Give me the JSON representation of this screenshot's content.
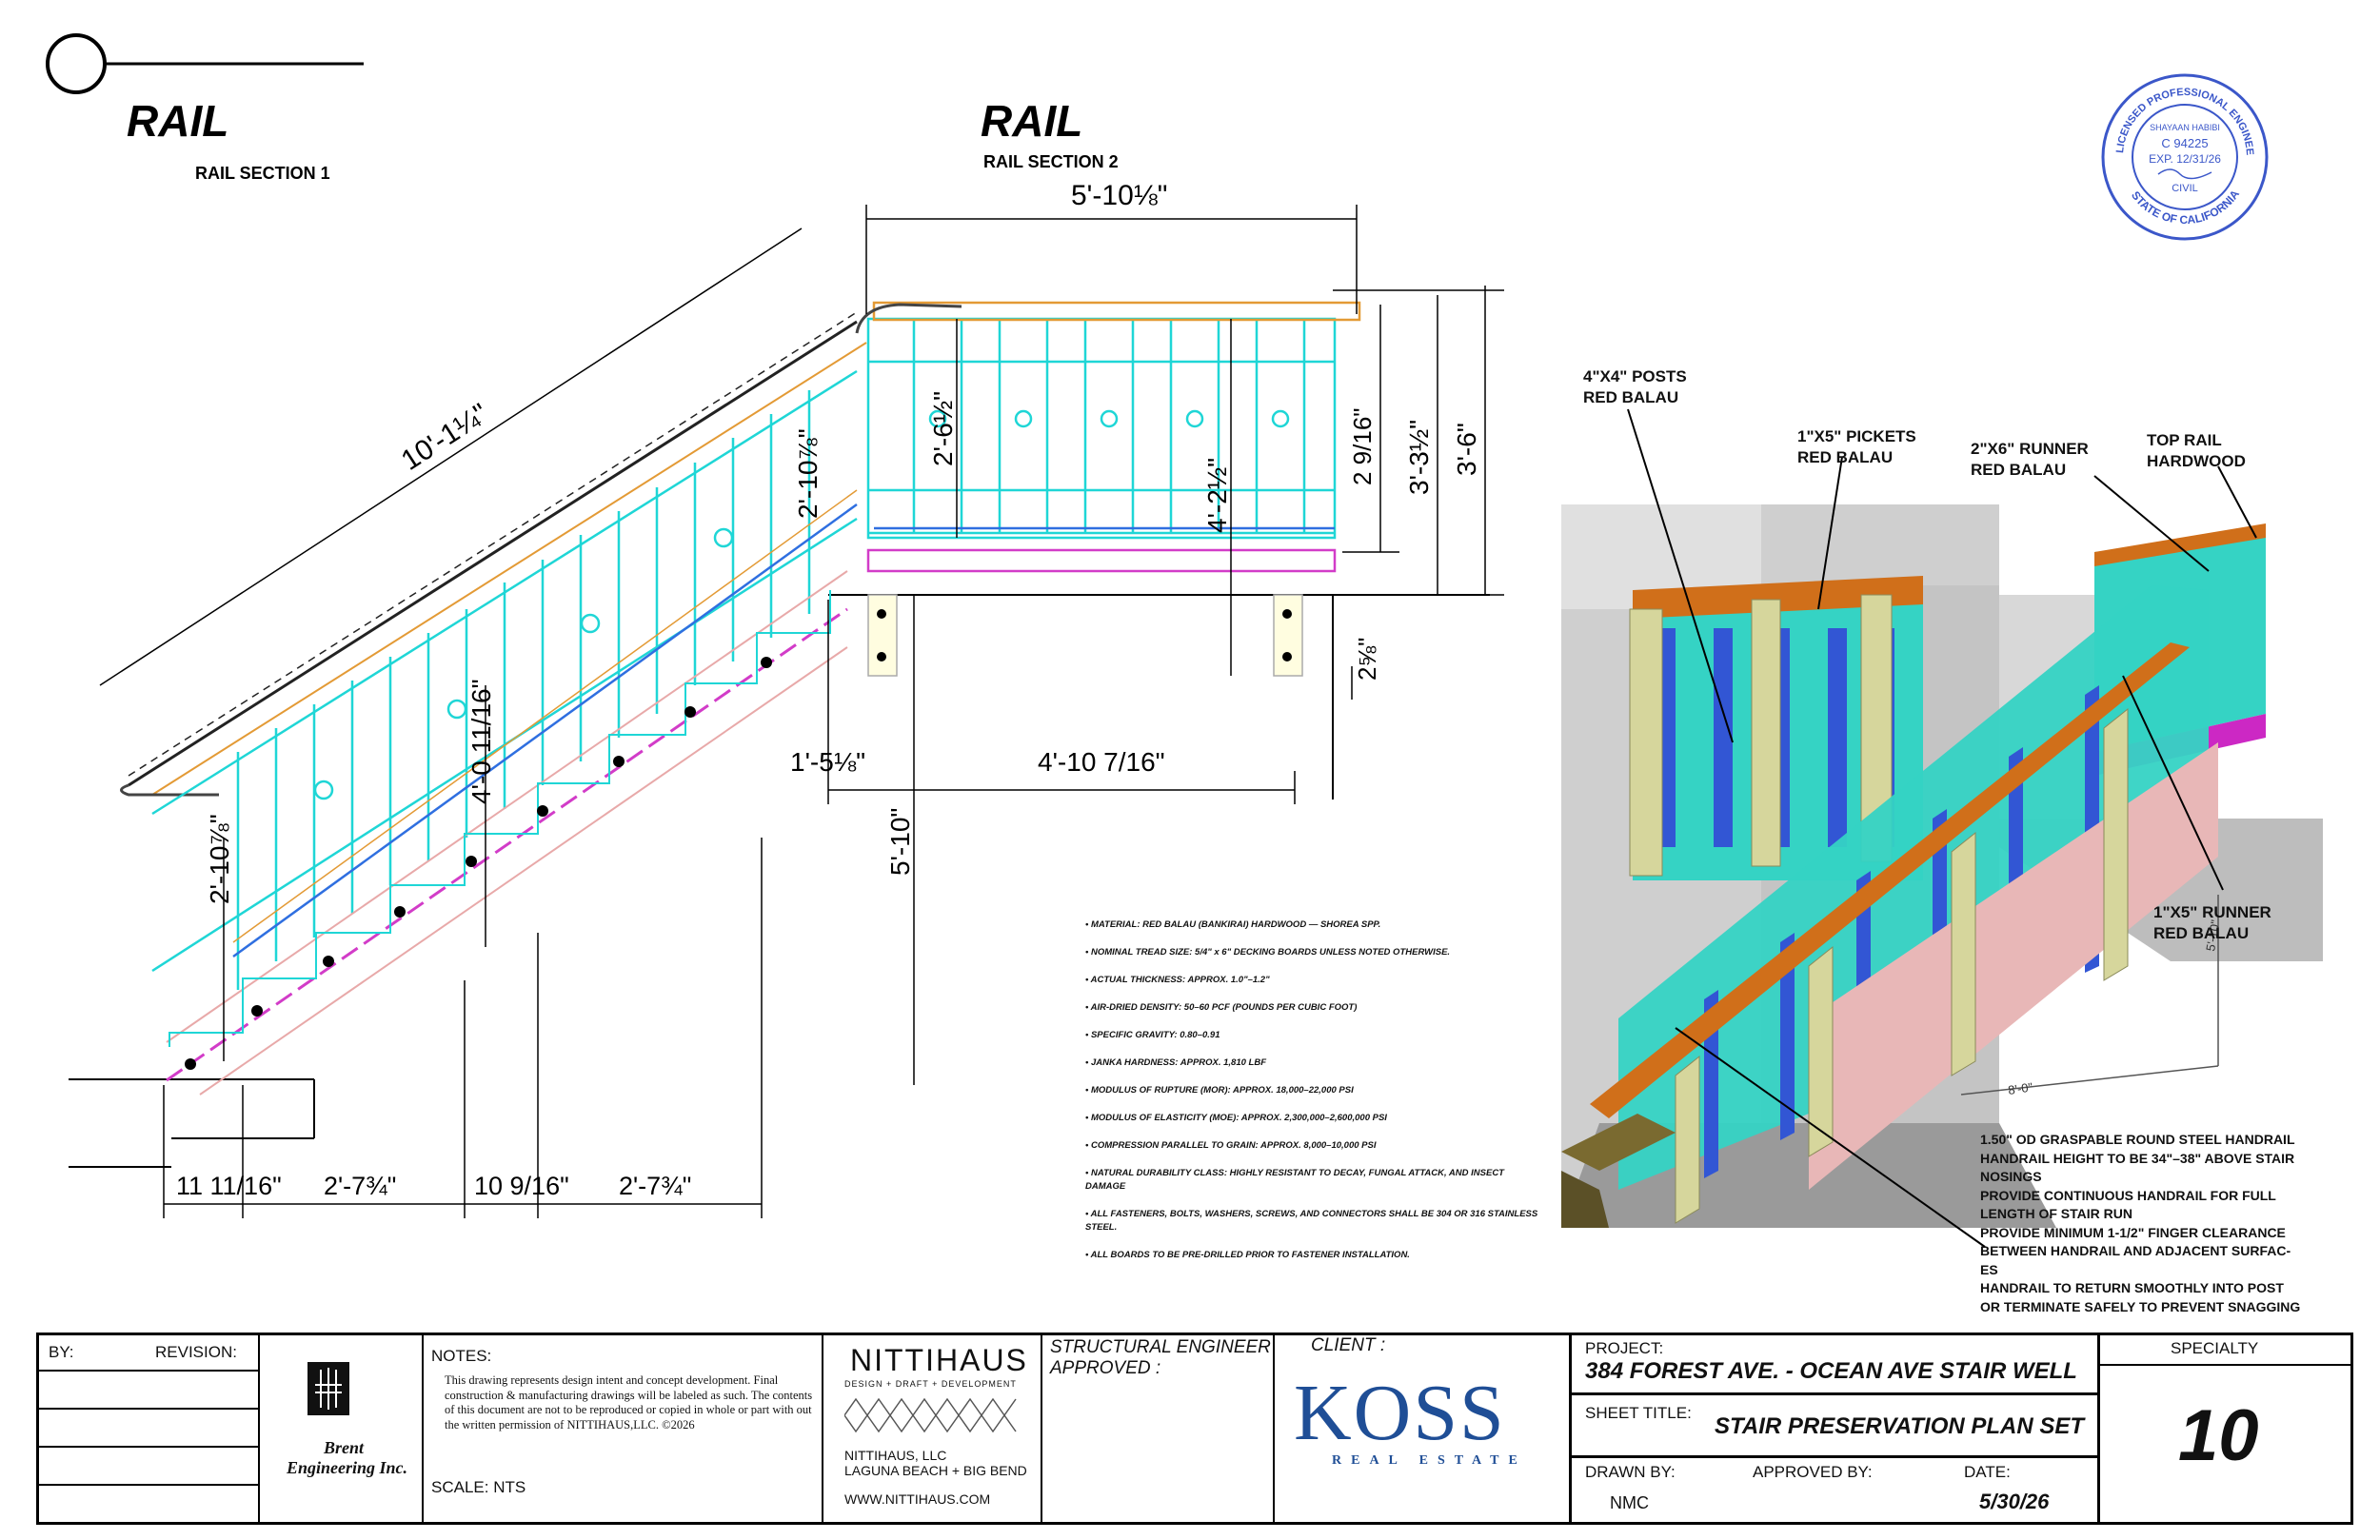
{
  "drawing": {
    "title_left": "RAIL",
    "subtitle_left": "RAIL SECTION 1",
    "title_right": "RAIL",
    "subtitle_right": "RAIL SECTION 2",
    "dims": {
      "top_width": "5'-10⅛\"",
      "diag_length": "10'-1¼\"",
      "baluster_height_sec2": "2'-6½\"",
      "baluster_height_sec1": "2'-10⅞\"",
      "post_h": "4'-2½\"",
      "gap": "2 9/16\"",
      "rail_h": "3'-3½\"",
      "total_h": "3'-6\"",
      "bottom_gap": "2⅝\"",
      "left_height": "2'-10⅞\"",
      "stair_rise": "4'-0 11/16\"",
      "landing_off": "1'-5⅛\"",
      "landing_width": "4'-10 7/16\"",
      "vertical": "5'-10\"",
      "base_1": "11 11/16\"",
      "base_2": "2'-7¾\"",
      "base_3": "10 9/16\"",
      "base_4": "2'-7¾\""
    }
  },
  "callouts": {
    "posts": [
      "4\"X4\" POSTS",
      "RED BALAU"
    ],
    "pickets": [
      "1\"X5\" PICKETS",
      "RED BALAU"
    ],
    "runner6": [
      "2\"X6\" RUNNER",
      "RED BALAU"
    ],
    "toprail": [
      "TOP RAIL",
      "HARDWOOD"
    ],
    "runner5": [
      "1\"X5\" RUNNER",
      "RED BALAU"
    ],
    "handrail": [
      "1.50\" OD GRASPABLE ROUND STEEL HANDRAIL",
      "HANDRAIL HEIGHT TO BE 34\"–38\" ABOVE STAIR",
      "NOSINGS",
      "PROVIDE CONTINUOUS HANDRAIL FOR FULL",
      "LENGTH OF STAIR RUN",
      "PROVIDE MINIMUM 1-1/2\" FINGER CLEARANCE",
      "BETWEEN HANDRAIL AND ADJACENT SURFAC-",
      "ES",
      "HANDRAIL TO RETURN SMOOTHLY INTO POST",
      "OR TERMINATE SAFELY TO PREVENT SNAGGING"
    ],
    "render_dim_v": "5'-10\"",
    "render_dim_h": "8'-0\""
  },
  "material_notes": [
    "• MATERIAL: RED BALAU (BANKIRAI) HARDWOOD — SHOREA SPP.",
    "• NOMINAL TREAD SIZE: 5/4\" x 6\" DECKING BOARDS UNLESS NOTED OTHERWISE.",
    "• ACTUAL THICKNESS: APPROX. 1.0\"–1.2\"",
    "• AIR-DRIED DENSITY: 50–60 PCF (POUNDS PER CUBIC FOOT)",
    "• SPECIFIC GRAVITY: 0.80–0.91",
    "• JANKA HARDNESS: APPROX. 1,810 LBF",
    "• MODULUS OF RUPTURE (MOR): APPROX. 18,000–22,000 PSI",
    "• MODULUS OF ELASTICITY (MOE): APPROX. 2,300,000–2,600,000 PSI",
    "• COMPRESSION PARALLEL TO GRAIN: APPROX. 8,000–10,000 PSI",
    "• NATURAL DURABILITY CLASS: HIGHLY RESISTANT TO DECAY, FUNGAL ATTACK, AND INSECT DAMAGE",
    "• ALL FASTENERS, BOLTS, WASHERS, SCREWS, AND CONNECTORS SHALL BE 304 OR 316 STAINLESS STEEL.",
    "• ALL BOARDS TO BE PRE-DRILLED PRIOR TO FASTENER INSTALLATION."
  ],
  "seal": {
    "ring_top": "LICENSED PROFESSIONAL ENGINEER",
    "ring_bottom": "STATE OF CALIFORNIA",
    "name": "SHAYAAN HABIBI",
    "number": "C 94225",
    "exp": "EXP. 12/31/26",
    "discipline": "CIVIL"
  },
  "title_block": {
    "by_label": "BY:",
    "revision_label": "REVISION:",
    "brent_logo_text": [
      "Brent",
      "Engineering Inc."
    ],
    "notes_label": "NOTES:",
    "notes_text": "This drawing represents design intent and concept development. Final construction & manufacturing drawings will be labeled as such. The contents of this document are not to be reproduced or copied in whole or part with out the written permission of NITTIHAUS,LLC. ©2026",
    "scale": "SCALE: NTS",
    "nitti_name": "NITTIHAUS",
    "nitti_tag": "DESIGN + DRAFT + DEVELOPMENT",
    "nitti_llc": "NITTIHAUS, LLC",
    "nitti_loc": "LAGUNA BEACH + BIG BEND",
    "nitti_web": "WWW.NITTIHAUS.COM",
    "structural": "STRUCTURAL ENGINEER",
    "approved": "APPROVED :",
    "client_label": "CLIENT :",
    "koss": "KOSS",
    "koss_sub": "REAL ESTATE",
    "project_label": "PROJECT:",
    "project_value": "384 FOREST AVE. - OCEAN AVE STAIR WELL",
    "sheet_label": "SHEET TITLE:",
    "sheet_value": "STAIR PRESERVATION PLAN SET",
    "drawn_label": "DRAWN BY:",
    "drawn_value": "NMC",
    "approved_by_label": "APPROVED BY:",
    "date_label": "DATE:",
    "date_value": "5/30/26",
    "specialty_label": "SPECIALTY",
    "specialty_value": "10"
  },
  "colors": {
    "cyan": "#1fd6d6",
    "blue": "#2f6fe0",
    "orange": "#e39a35",
    "magenta": "#d23cc8",
    "pink": "#e8a9a9",
    "koss_blue": "#1f4e96",
    "seal_blue": "#3b57c9"
  }
}
